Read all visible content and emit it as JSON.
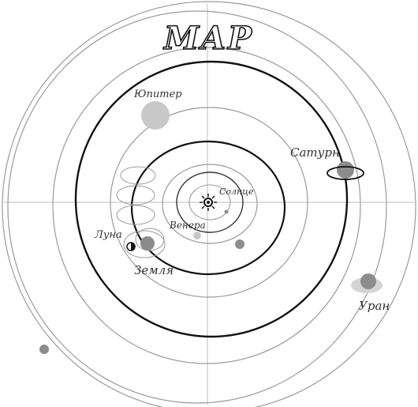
{
  "title": "МАР",
  "labels": {
    "sun": "Солнце",
    "venus": "Венера",
    "earth": "Земля",
    "moon": "Луна",
    "jupiter": "Юпитер",
    "saturn": "Сатурн",
    "uranus": "Уран"
  },
  "colors": {
    "thin_orbit": "#9a9a9a",
    "thick_orbit": "#111111",
    "planet_gray": "#8c8c8c",
    "planet_light": "#c8c8c8",
    "axis": "#bdbdbd"
  }
}
